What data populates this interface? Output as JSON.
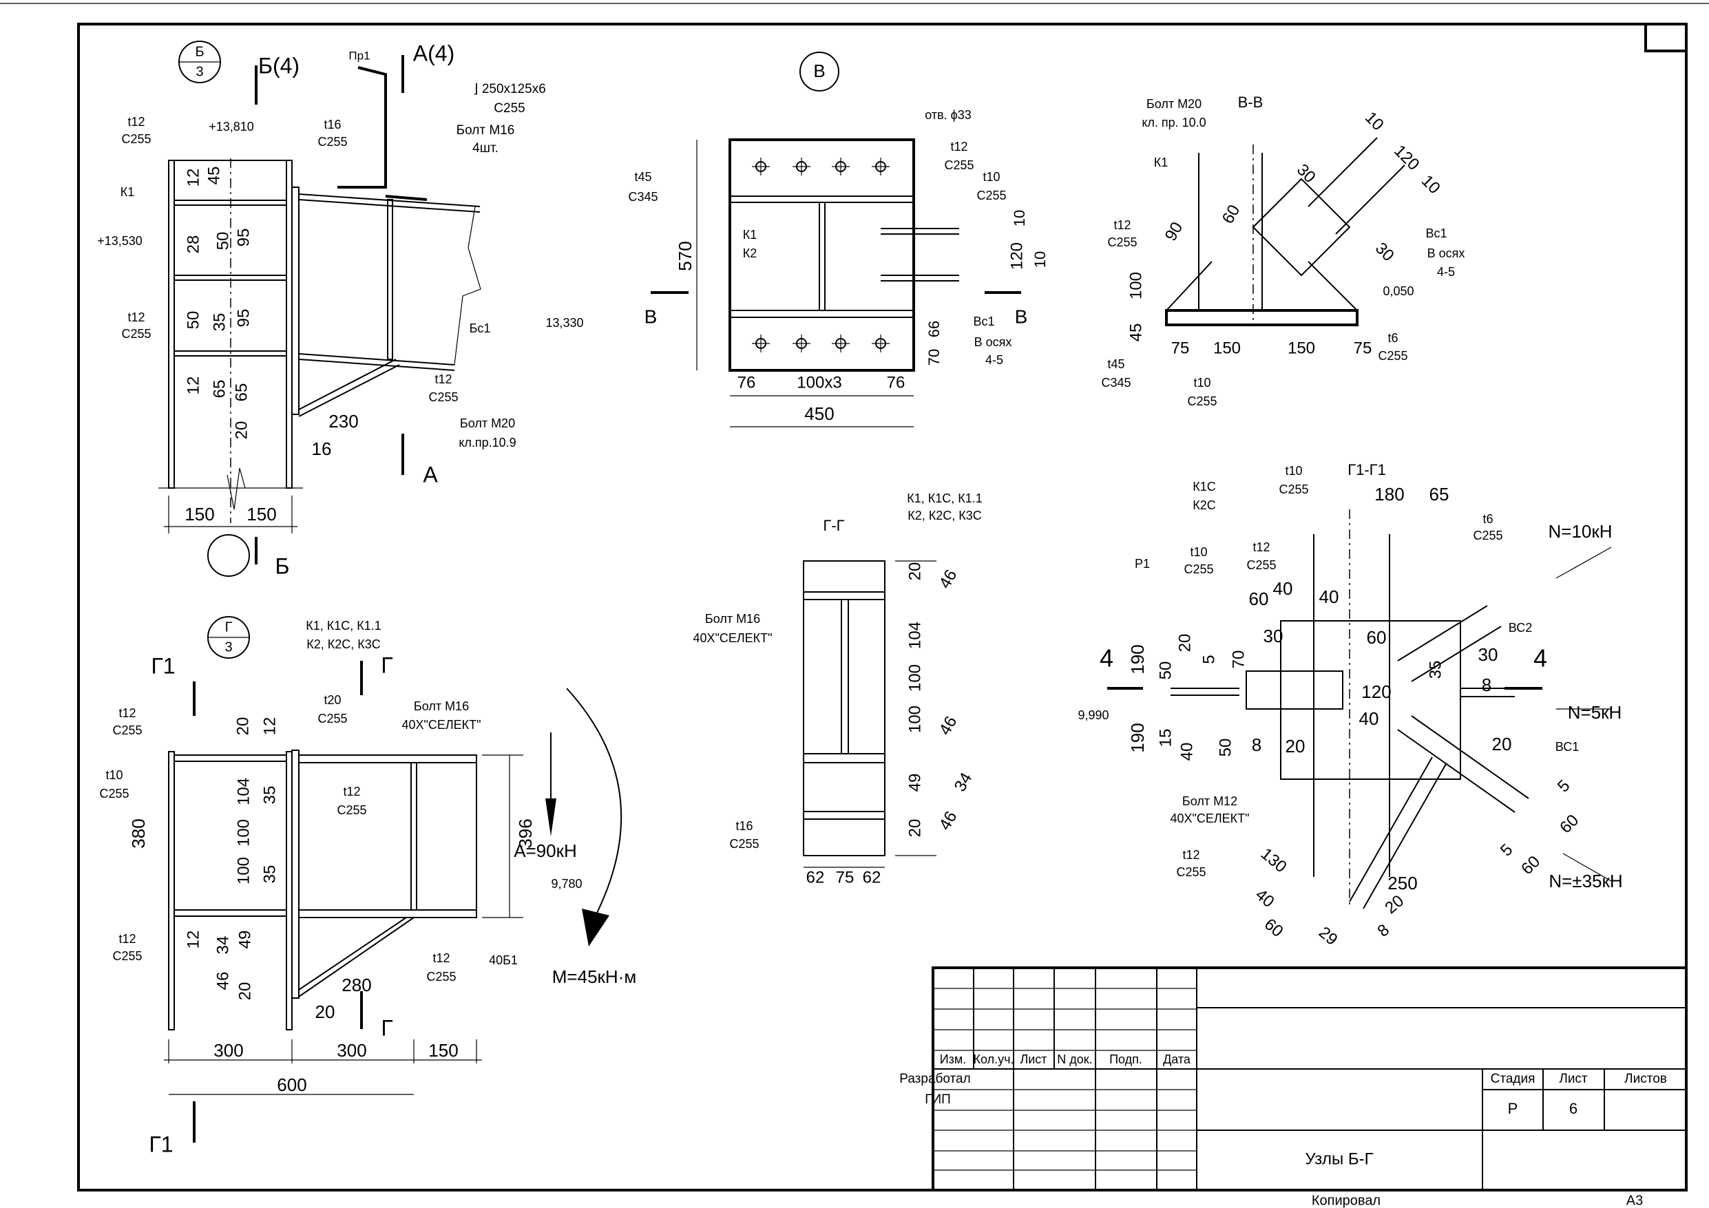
{
  "sheet": {
    "format": "А3",
    "footer_copied": "Копировал"
  },
  "title_block": {
    "headers": [
      "Изм.",
      "Кол.уч.",
      "Лист",
      "N док.",
      "Подп.",
      "Дата"
    ],
    "roles": [
      "Разработал",
      "ГИП"
    ],
    "stage_label": "Стадия",
    "sheet_label": "Лист",
    "sheets_label": "Листов",
    "stage": "Р",
    "sheet_number": "6",
    "sheet_title": "Узлы Б-Г"
  },
  "views": {
    "b": {
      "marker": [
        "Б",
        "3"
      ],
      "labels": [
        "Б(4)",
        "Пр1",
        "А(4)",
        "⌋ 250x125x6",
        "С255",
        "Болт М16",
        "4шт.",
        "t12",
        "С255",
        "+13,810",
        "t16",
        "С255",
        "К1",
        "+13,530",
        "t12",
        "С255",
        "Бс1",
        "13,330",
        "t12",
        "С255",
        "Болт М20",
        "кл.пр.10.9",
        "230",
        "16",
        "А",
        "12",
        "45",
        "28",
        "50",
        "95",
        "50",
        "35",
        "95",
        "12",
        "65",
        "65",
        "20",
        "150",
        "150",
        "Б"
      ]
    },
    "v": {
      "marker": "В",
      "labels": [
        "отв. ϕ33",
        "t12",
        "С255",
        "t10",
        "С255",
        "t45",
        "С345",
        "570",
        "К1",
        "К2",
        "10",
        "120",
        "10",
        "В",
        "В",
        "Вс1",
        "В осях",
        "4-5",
        "66",
        "70",
        "76",
        "100х3",
        "76",
        "450"
      ]
    },
    "vv": {
      "labels": [
        "Болт М20",
        "кл. пр. 10.0",
        "В-В",
        "К1",
        "t12",
        "С255",
        "90",
        "60",
        "100",
        "45",
        "75",
        "150",
        "150",
        "75",
        "t45",
        "С345",
        "t10",
        "С255",
        "10",
        "120",
        "10",
        "30",
        "30",
        "Вс1",
        "В осях",
        "4-5",
        "0,050",
        "t6",
        "С255"
      ]
    },
    "gg": {
      "labels": [
        "Г-Г",
        "К1, К1С, К1.1",
        "К2, К2С, К3С",
        "Болт М16",
        "40Х\"СЕЛЕКТ\"",
        "t16",
        "С255",
        "20",
        "46",
        "104",
        "100",
        "100",
        "46",
        "49",
        "34",
        "20",
        "46",
        "62",
        "75",
        "62"
      ]
    },
    "g": {
      "marker": [
        "Г",
        "3"
      ],
      "labels": [
        "Г1",
        "Г",
        "К1, К1С, К1.1",
        "К2, К2С, К3С",
        "t12",
        "С255",
        "t20",
        "С255",
        "Болт М16",
        "40Х\"СЕЛЕКТ\"",
        "t10",
        "С255",
        "t12",
        "С255",
        "380",
        "396",
        "А=90кН",
        "9,780",
        "t12",
        "С255",
        "t12",
        "С255",
        "40Б1",
        "М=45кН·м",
        "280",
        "20",
        "Г",
        "300",
        "300",
        "150",
        "600",
        "Г1",
        "20",
        "12",
        "104",
        "35",
        "100",
        "100",
        "35",
        "12",
        "34",
        "49",
        "46",
        "20"
      ]
    },
    "g1": {
      "labels": [
        "Г1-Г1",
        "t10",
        "С255",
        "К1С",
        "К2С",
        "180",
        "65",
        "t6",
        "С255",
        "N=10кН",
        "Р1",
        "t10",
        "С255",
        "t12",
        "С255",
        "60",
        "40",
        "40",
        "30",
        "60",
        "4",
        "4",
        "190",
        "20",
        "50",
        "5",
        "70",
        "ВС2",
        "30",
        "35",
        "8",
        "120",
        "N=5кН",
        "9,990",
        "40",
        "190",
        "15",
        "40",
        "50",
        "8",
        "20",
        "20",
        "ВС1",
        "Болт М12",
        "40Х\"СЕЛЕКТ\"",
        "5",
        "60",
        "5",
        "60",
        "t12",
        "С255",
        "N=±35кН",
        "130",
        "250",
        "40",
        "20",
        "60",
        "29",
        "8"
      ]
    }
  }
}
